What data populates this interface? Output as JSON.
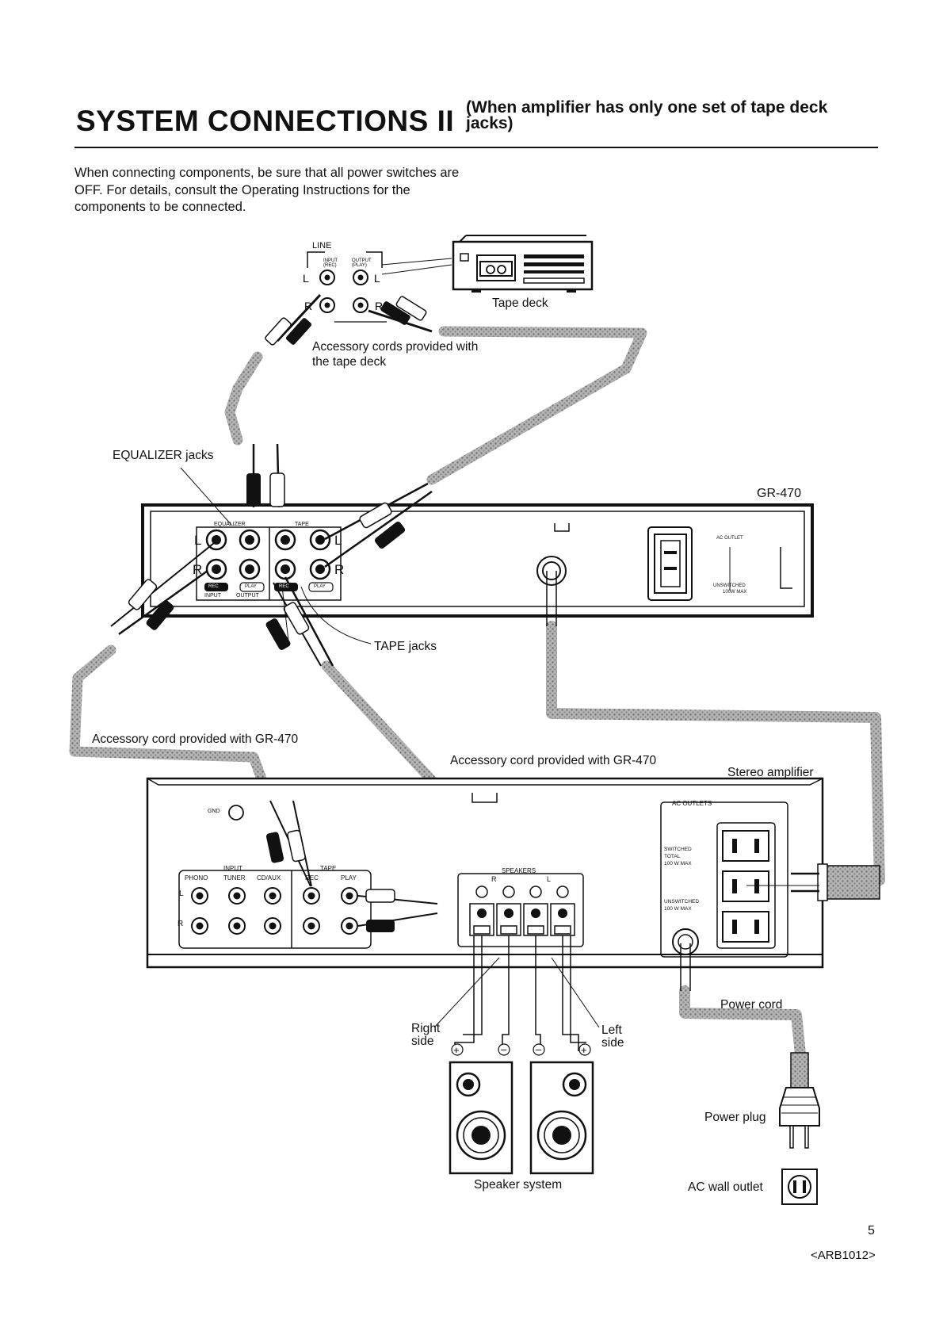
{
  "header": {
    "title": "SYSTEM CONNECTIONS II",
    "subtitle": "(When amplifier has only one set of tape deck jacks)"
  },
  "intro": "When connecting components, be sure that all power switches are OFF. For details, consult the Operating Instructions for the components to be connected.",
  "diagram": {
    "tape_deck": {
      "label": "Tape deck",
      "line": "LINE",
      "input": "INPUT",
      "input_sub": "(REC)",
      "output": "OUTPUT",
      "output_sub": "(PLAY)"
    },
    "accessory_tape": "Accessory cords provided with",
    "accessory_tape_2": "the tape deck",
    "equalizer_jacks": "EQUALIZER jacks",
    "tape_jacks": "TAPE jacks",
    "gr470": {
      "model": "GR-470",
      "equalizer": "EQUALIZER",
      "tape": "TAPE",
      "rec": "REC",
      "play": "PLAY",
      "input": "INPUT",
      "output": "OUTPUT",
      "ac_outlet": "AC OUTLET",
      "unswitched": "UNSWITCHED",
      "unswitched_max": "100W MAX"
    },
    "accessory_gr470_left": "Accessory cord provided with GR-470",
    "accessory_gr470_right": "Accessory cord provided with GR-470",
    "amplifier": {
      "label": "Stereo amplifier",
      "gnd": "GND",
      "input": "INPUT",
      "phono": "PHONO",
      "tuner": "TUNER",
      "cd_aux": "CD/AUX",
      "tape": "TAPE",
      "rec": "REC",
      "play": "PLAY",
      "speakers": "SPEAKERS",
      "ac_outlets": "AC OUTLETS",
      "switched": "SWITCHED",
      "total": "TOTAL",
      "total_max": "100 W MAX",
      "unswitched": "UNSWITCHED",
      "unswitched_max": "100 W MAX"
    },
    "right_side": "Right side",
    "left_side": "Left side",
    "speaker_system": "Speaker system",
    "power_cord": "Power cord",
    "power_plug": "Power plug",
    "ac_wall_outlet": "AC wall outlet",
    "channels": {
      "l": "L",
      "r": "R"
    }
  },
  "footer": {
    "page_number": "5",
    "code": "<ARB1012>"
  }
}
